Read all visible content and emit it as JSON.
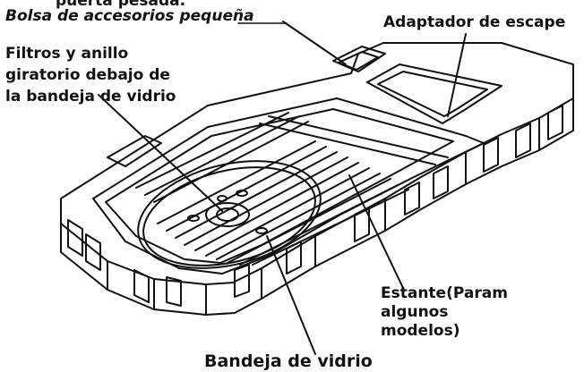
{
  "labels": {
    "top_cut": "puerta pesada.",
    "small_bag": "Bolsa de accesorios pequeña",
    "exhaust_adapter": "Adaptador de escape",
    "filters": [
      "Filtros y anillo",
      "giratorio debajo de",
      "la bandeja de vidrio"
    ],
    "shelf": [
      "Estante(Param",
      "algunos",
      "modelos)"
    ],
    "glass_tray": "Bandeja de vidrio"
  }
}
